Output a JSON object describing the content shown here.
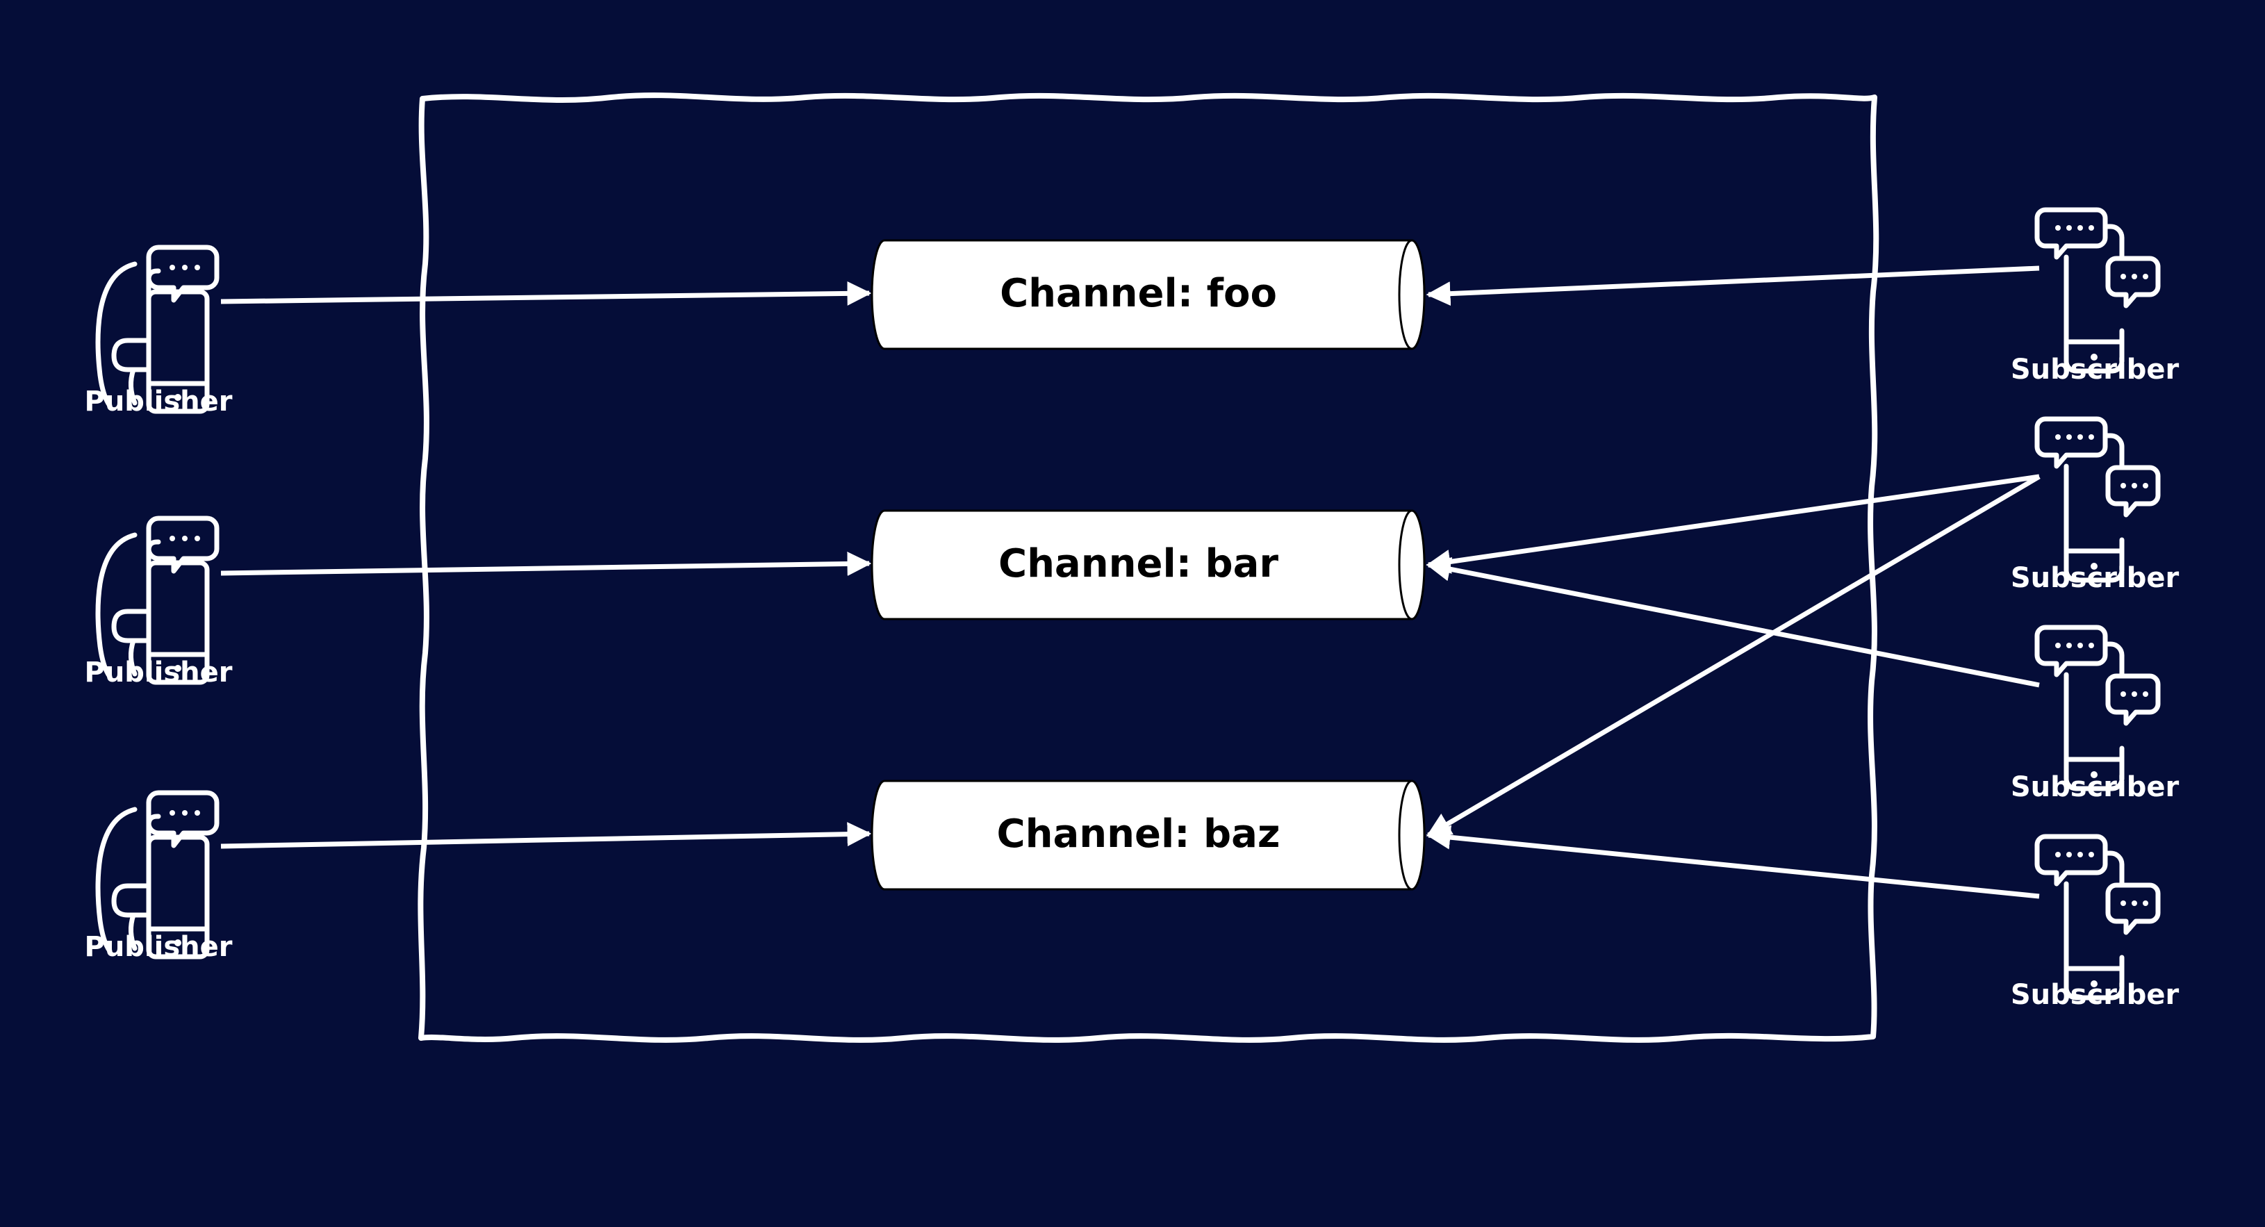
{
  "colors": {
    "background": "#050d38",
    "foreground": "#ffffff",
    "channel_fill": "#ffffff",
    "channel_text": "#000000"
  },
  "icons": {
    "publisher": "person-phone-chat-icon",
    "subscriber": "phones-chat-icon"
  },
  "publishers": [
    {
      "label": "Publisher"
    },
    {
      "label": "Publisher"
    },
    {
      "label": "Publisher"
    }
  ],
  "channels": [
    {
      "label": "Channel: foo"
    },
    {
      "label": "Channel: bar"
    },
    {
      "label": "Channel: baz"
    }
  ],
  "subscribers": [
    {
      "label": "Subscriber"
    },
    {
      "label": "Subscriber"
    },
    {
      "label": "Subscriber"
    },
    {
      "label": "Subscriber"
    }
  ],
  "connections": {
    "publish": [
      {
        "from": "publishers.0",
        "to": "channels.0"
      },
      {
        "from": "publishers.1",
        "to": "channels.1"
      },
      {
        "from": "publishers.2",
        "to": "channels.2"
      }
    ],
    "subscribe": [
      {
        "from": "subscribers.0",
        "to": "channels.0"
      },
      {
        "from": "subscribers.1",
        "to": "channels.1"
      },
      {
        "from": "subscribers.1",
        "to": "channels.2"
      },
      {
        "from": "subscribers.2",
        "to": "channels.1"
      },
      {
        "from": "subscribers.3",
        "to": "channels.2"
      }
    ]
  }
}
